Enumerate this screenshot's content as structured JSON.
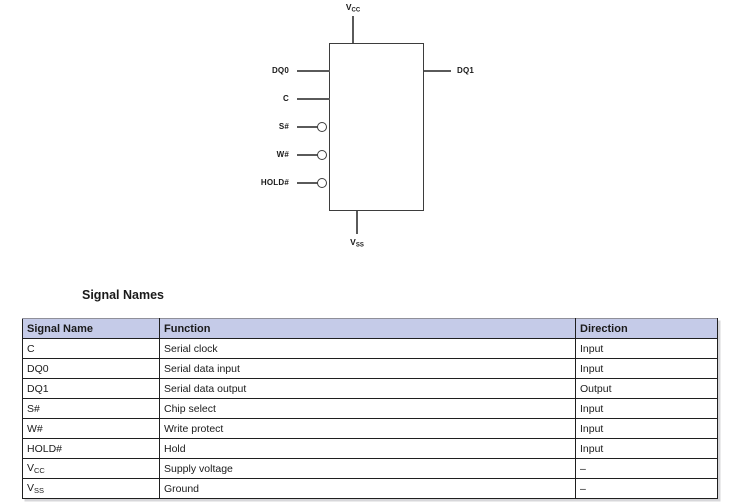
{
  "colors": {
    "header_bg": "#c5cbe8",
    "table_border": "#1f1f1f",
    "line": "#5a5a5a",
    "text": "#1a1a1a"
  },
  "heading": "Signal Names",
  "diagram": {
    "power_top": {
      "base": "V",
      "sub": "CC"
    },
    "power_bottom": {
      "base": "V",
      "sub": "SS"
    },
    "left_pins": [
      {
        "label": "DQ0",
        "bubble": false
      },
      {
        "label": "C",
        "bubble": false
      },
      {
        "label": "S#",
        "bubble": true
      },
      {
        "label": "W#",
        "bubble": true
      },
      {
        "label": "HOLD#",
        "bubble": true
      }
    ],
    "right_pins": [
      {
        "label": "DQ1"
      }
    ]
  },
  "table": {
    "headers": [
      "Signal Name",
      "Function",
      "Direction"
    ],
    "rows": [
      {
        "signal_base": "C",
        "signal_sub": "",
        "function": "Serial clock",
        "direction": "Input"
      },
      {
        "signal_base": "DQ0",
        "signal_sub": "",
        "function": "Serial data input",
        "direction": "Input"
      },
      {
        "signal_base": "DQ1",
        "signal_sub": "",
        "function": "Serial data output",
        "direction": "Output"
      },
      {
        "signal_base": "S#",
        "signal_sub": "",
        "function": "Chip select",
        "direction": "Input"
      },
      {
        "signal_base": "W#",
        "signal_sub": "",
        "function": "Write protect",
        "direction": "Input"
      },
      {
        "signal_base": "HOLD#",
        "signal_sub": "",
        "function": "Hold",
        "direction": "Input"
      },
      {
        "signal_base": "V",
        "signal_sub": "CC",
        "function": "Supply voltage",
        "direction": "–"
      },
      {
        "signal_base": "V",
        "signal_sub": "SS",
        "function": "Ground",
        "direction": "–"
      }
    ]
  }
}
